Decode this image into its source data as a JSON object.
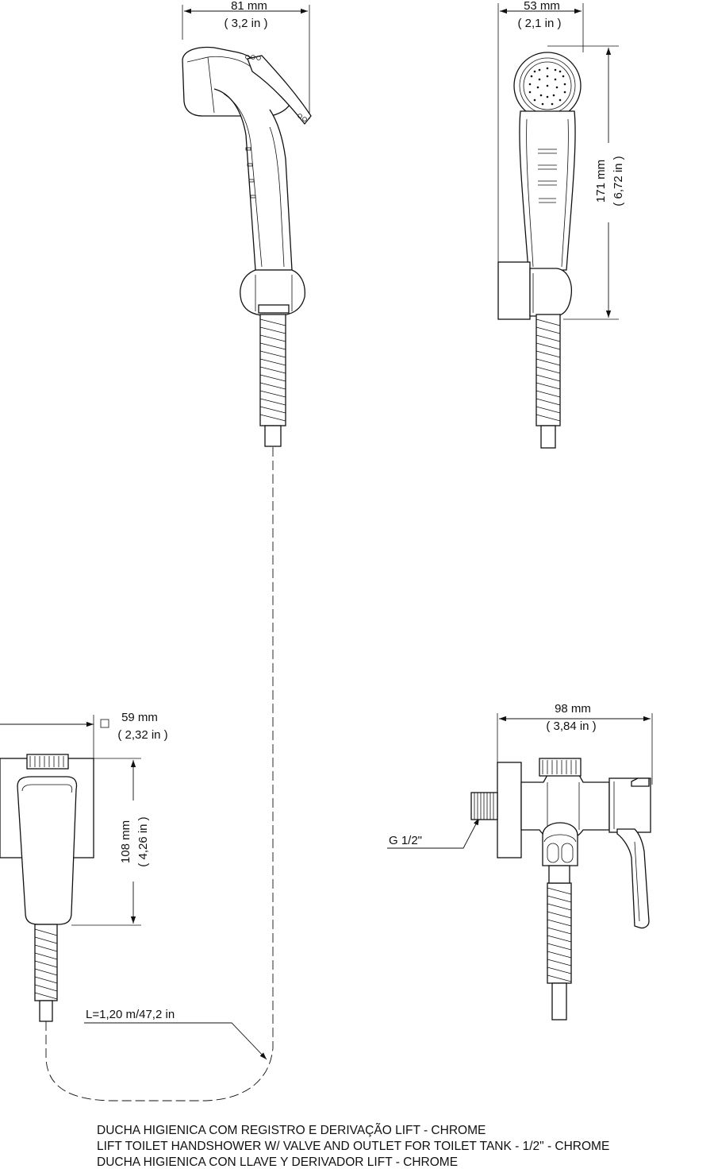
{
  "dimensions": {
    "side_width_mm": "81 mm",
    "side_width_in": "( 3,2 in )",
    "front_width_mm": "53 mm",
    "front_width_in": "( 2,1 in )",
    "front_height_mm": "171 mm",
    "front_height_in": "( 6,72 in )",
    "base_width_mm": "59 mm",
    "base_width_in": "( 2,32 in )",
    "base_height_mm": "108 mm",
    "base_height_in": "( 4,26 in )",
    "valve_width_mm": "98 mm",
    "valve_width_in": "( 3,84 in )",
    "thread": "G 1/2\"",
    "hose_length": "L=1,20 m/47,2 in"
  },
  "titles": {
    "pt": "DUCHA HIGIENICA COM REGISTRO E DERIVAÇÃO LIFT - CHROME",
    "en": "LIFT TOILET HANDSHOWER W/ VALVE AND OUTLET FOR TOILET TANK - 1/2\" - CHROME",
    "es": "DUCHA HIGIENICA CON LLAVE Y DERIVADOR LIFT - CHROME"
  }
}
